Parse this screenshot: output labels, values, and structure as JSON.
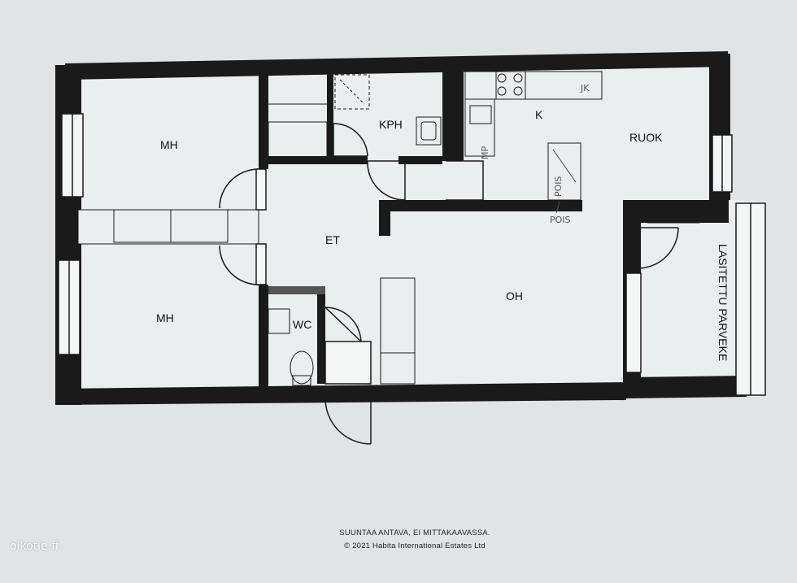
{
  "rooms": {
    "bedroom_1": "MH",
    "bedroom_2": "MH",
    "bathroom": "KPH",
    "kitchen": "K",
    "dining": "RUOK",
    "hallway": "ET",
    "toilet": "WC",
    "living_room": "OH",
    "balcony": "LASITETTU PARVEKE"
  },
  "handwritten": {
    "jk": "JK",
    "mp": "MP",
    "pois_vertical": "POIS",
    "pois_note": "POIS"
  },
  "footer": {
    "line1": "SUUNTAA ANTAVA, EI MITTAKAAVASSA.",
    "line2": "© 2021 Habita International Estates Ltd"
  },
  "watermark": "oikotie.fi",
  "colors": {
    "background": "#dfe5e6",
    "wall": "#1a1a1a",
    "floor": "#e9eeee"
  }
}
